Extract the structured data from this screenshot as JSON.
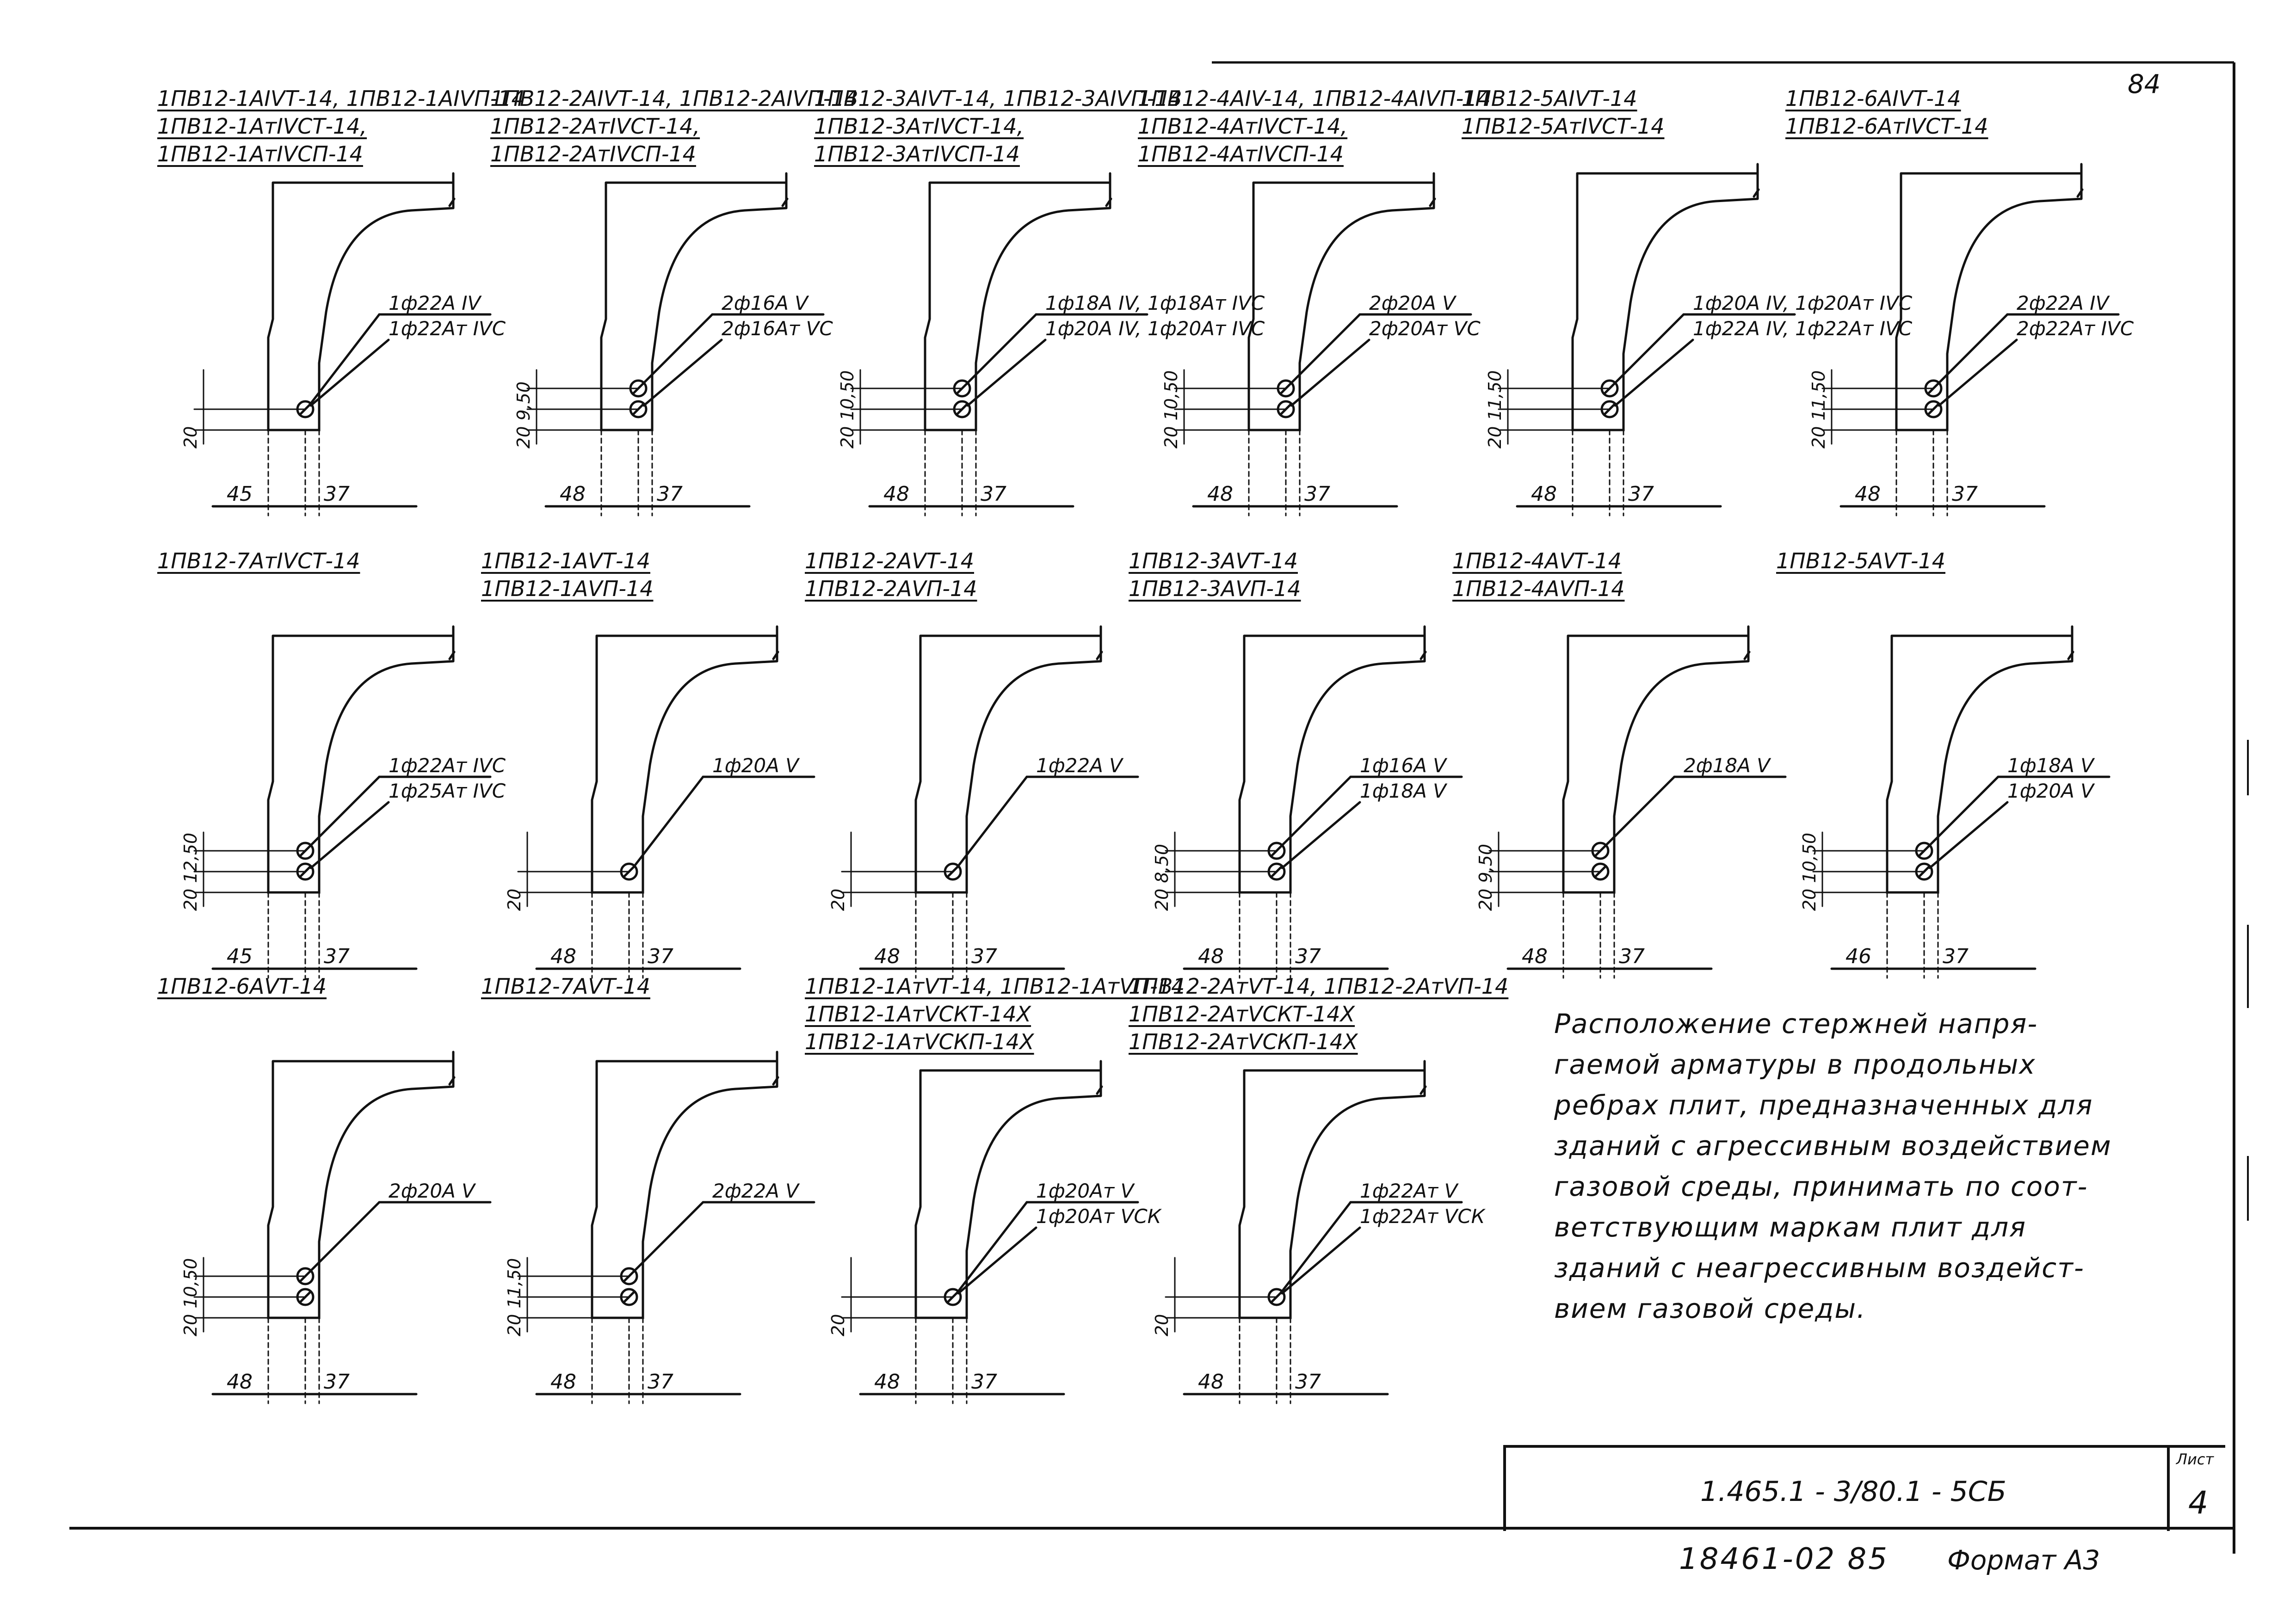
{
  "sheet": {
    "page_number": "84",
    "note": [
      "Расположение стержней напря-",
      "гаемой арматуры в продольных",
      "ребрах плит, предназначенных для",
      "зданий с агрессивным воздействием",
      "газовой среды, принимать по соот-",
      "ветствующим маркам плит для",
      "зданий с неагрессивным воздейст-",
      "вием газовой среды."
    ],
    "title_block": {
      "doc_code": "1.465.1 - 3/80.1 - 5СБ",
      "sheet_label": "Лист",
      "sheet_number": "4"
    },
    "inventory_number": "18461-02  85",
    "format": "Формат А3"
  },
  "sections": [
    {
      "marks": [
        "1ПВ12-1АIVТ-14, 1ПВ12-1АIVП-14",
        "1ПВ12-1АтIVСТ-14,",
        "1ПВ12-1АтIVСП-14"
      ],
      "bars": [
        "1ф22А IV",
        "1ф22Ат IVС"
      ],
      "dim_bottom": [
        "45",
        "37"
      ],
      "dim_side": "20"
    },
    {
      "marks": [
        "1ПВ12-2АIVТ-14, 1ПВ12-2АIVП-14",
        "1ПВ12-2АтIVСТ-14,",
        "1ПВ12-2АтIVСП-14"
      ],
      "bars": [
        "2ф16А V",
        "2ф16Ат VС"
      ],
      "dim_bottom": [
        "48",
        "37"
      ],
      "dim_side": "20 9,50"
    },
    {
      "marks": [
        "1ПВ12-3АIVТ-14, 1ПВ12-3АIVП-14",
        "1ПВ12-3АтIVСТ-14,",
        "1ПВ12-3АтIVСП-14"
      ],
      "bars": [
        "1ф18А IV, 1ф18Ат IVС",
        "1ф20А IV, 1ф20Ат IVС"
      ],
      "dim_bottom": [
        "48",
        "37"
      ],
      "dim_side": "20 10,50"
    },
    {
      "marks": [
        "1ПВ12-4АIV-14, 1ПВ12-4АIVП-14",
        "1ПВ12-4АтIVСТ-14,",
        "1ПВ12-4АтIVСП-14"
      ],
      "bars": [
        "2ф20А V",
        "2ф20Ат VС"
      ],
      "dim_bottom": [
        "48",
        "37"
      ],
      "dim_side": "20 10,50"
    },
    {
      "marks": [
        "1ПВ12-5АIVТ-14",
        "1ПВ12-5АтIVСТ-14"
      ],
      "bars": [
        "1ф20А IV, 1ф20Ат IVС",
        "1ф22А IV, 1ф22Ат IVС"
      ],
      "dim_bottom": [
        "48",
        "37"
      ],
      "dim_side": "20 11,50"
    },
    {
      "marks": [
        "1ПВ12-6АIVТ-14",
        "1ПВ12-6АтIVСТ-14"
      ],
      "bars": [
        "2ф22А IV",
        "2ф22Ат IVС"
      ],
      "dim_bottom": [
        "48",
        "37"
      ],
      "dim_side": "20 11,50"
    },
    {
      "marks": [
        "1ПВ12-7АтIVСТ-14"
      ],
      "bars": [
        "1ф22Ат IVС",
        "1ф25Ат IVС"
      ],
      "dim_bottom": [
        "45",
        "37"
      ],
      "dim_side": "20 12,50"
    },
    {
      "marks": [
        "1ПВ12-1АVТ-14",
        "1ПВ12-1АVП-14"
      ],
      "bars": [
        "1ф20А V"
      ],
      "dim_bottom": [
        "48",
        "37"
      ],
      "dim_side": "20"
    },
    {
      "marks": [
        "1ПВ12-2АVТ-14",
        "1ПВ12-2АVП-14"
      ],
      "bars": [
        "1ф22А V"
      ],
      "dim_bottom": [
        "48",
        "37"
      ],
      "dim_side": "20"
    },
    {
      "marks": [
        "1ПВ12-3АVТ-14",
        "1ПВ12-3АVП-14"
      ],
      "bars": [
        "1ф16А V",
        "1ф18А V"
      ],
      "dim_bottom": [
        "48",
        "37"
      ],
      "dim_side": "20 8,50"
    },
    {
      "marks": [
        "1ПВ12-4АVТ-14",
        "1ПВ12-4АVП-14"
      ],
      "bars": [
        "2ф18А V"
      ],
      "dim_bottom": [
        "48",
        "37"
      ],
      "dim_side": "20 9,50"
    },
    {
      "marks": [
        "1ПВ12-5АVТ-14"
      ],
      "bars": [
        "1ф18А V",
        "1ф20А V"
      ],
      "dim_bottom": [
        "46",
        "37"
      ],
      "dim_side": "20 10,50"
    },
    {
      "marks": [
        "1ПВ12-6АVТ-14"
      ],
      "bars": [
        "2ф20А V"
      ],
      "dim_bottom": [
        "48",
        "37"
      ],
      "dim_side": "20 10,50"
    },
    {
      "marks": [
        "1ПВ12-7АVТ-14"
      ],
      "bars": [
        "2ф22А V"
      ],
      "dim_bottom": [
        "48",
        "37"
      ],
      "dim_side": "20 11,50"
    },
    {
      "marks": [
        "1ПВ12-1АтVТ-14, 1ПВ12-1АтVП-14",
        "1ПВ12-1АтVСКТ-14Х",
        "1ПВ12-1АтVСКП-14Х"
      ],
      "bars": [
        "1ф20Ат V",
        "1ф20Ат VСК"
      ],
      "dim_bottom": [
        "48",
        "37"
      ],
      "dim_side": "20"
    },
    {
      "marks": [
        "1ПВ12-2АтVТ-14, 1ПВ12-2АтVП-14",
        "1ПВ12-2АтVСКТ-14Х",
        "1ПВ12-2АтVСКП-14Х"
      ],
      "bars": [
        "1ф22Ат V",
        "1ф22Ат VСК"
      ],
      "dim_bottom": [
        "48",
        "37"
      ],
      "dim_side": "20"
    }
  ]
}
